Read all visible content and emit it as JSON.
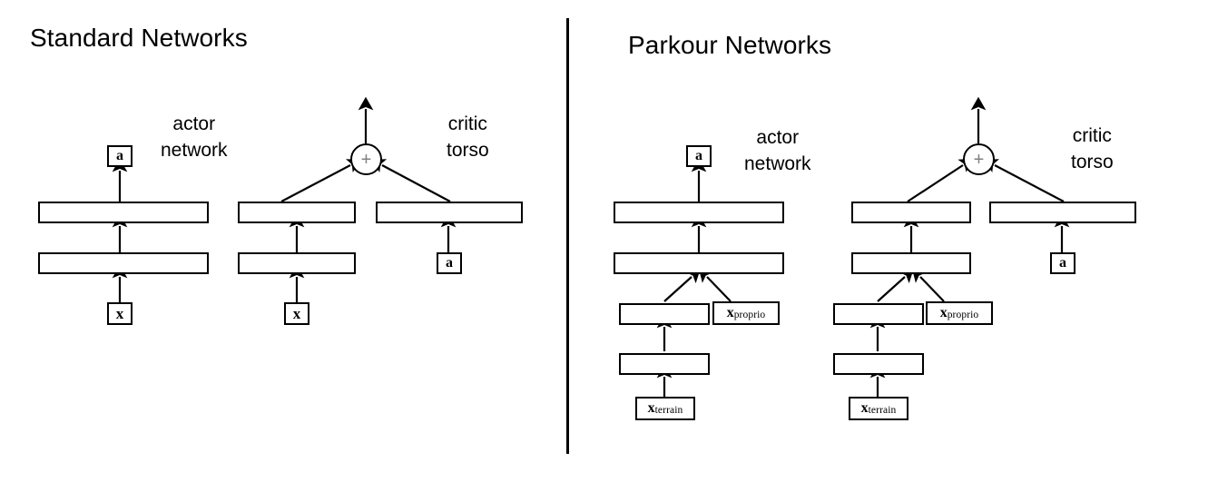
{
  "figure": {
    "background_color": "#ffffff",
    "stroke_color": "#000000",
    "plus_symbol_color": "#808080"
  },
  "panels": [
    {
      "id": "standard",
      "title": "Standard Networks",
      "captions": {
        "actor_line1": "actor",
        "actor_line2": "network",
        "critic_line1": "critic",
        "critic_line2": "torso"
      },
      "actor": {
        "output_label": "a",
        "input_label": "x",
        "layers": [
          "",
          ""
        ]
      },
      "critic": {
        "combine_symbol": "+",
        "state_input_label": "x",
        "action_input_label": "a",
        "state_layers": [
          "",
          ""
        ],
        "action_layers": [
          ""
        ]
      }
    },
    {
      "id": "parkour",
      "title": "Parkour Networks",
      "captions": {
        "actor_line1": "actor",
        "actor_line2": "network",
        "critic_line1": "critic",
        "critic_line2": "torso"
      },
      "actor": {
        "output_label": "a",
        "proprio_label_symbol": "x",
        "proprio_label_subscript": "proprio",
        "terrain_label_symbol": "x",
        "terrain_label_subscript": "terrain",
        "layers": [
          "",
          "",
          "",
          ""
        ]
      },
      "critic": {
        "combine_symbol": "+",
        "proprio_label_symbol": "x",
        "proprio_label_subscript": "proprio",
        "terrain_label_symbol": "x",
        "terrain_label_subscript": "terrain",
        "action_input_label": "a",
        "state_layers": [
          "",
          "",
          "",
          ""
        ],
        "action_layers": [
          ""
        ]
      }
    }
  ]
}
